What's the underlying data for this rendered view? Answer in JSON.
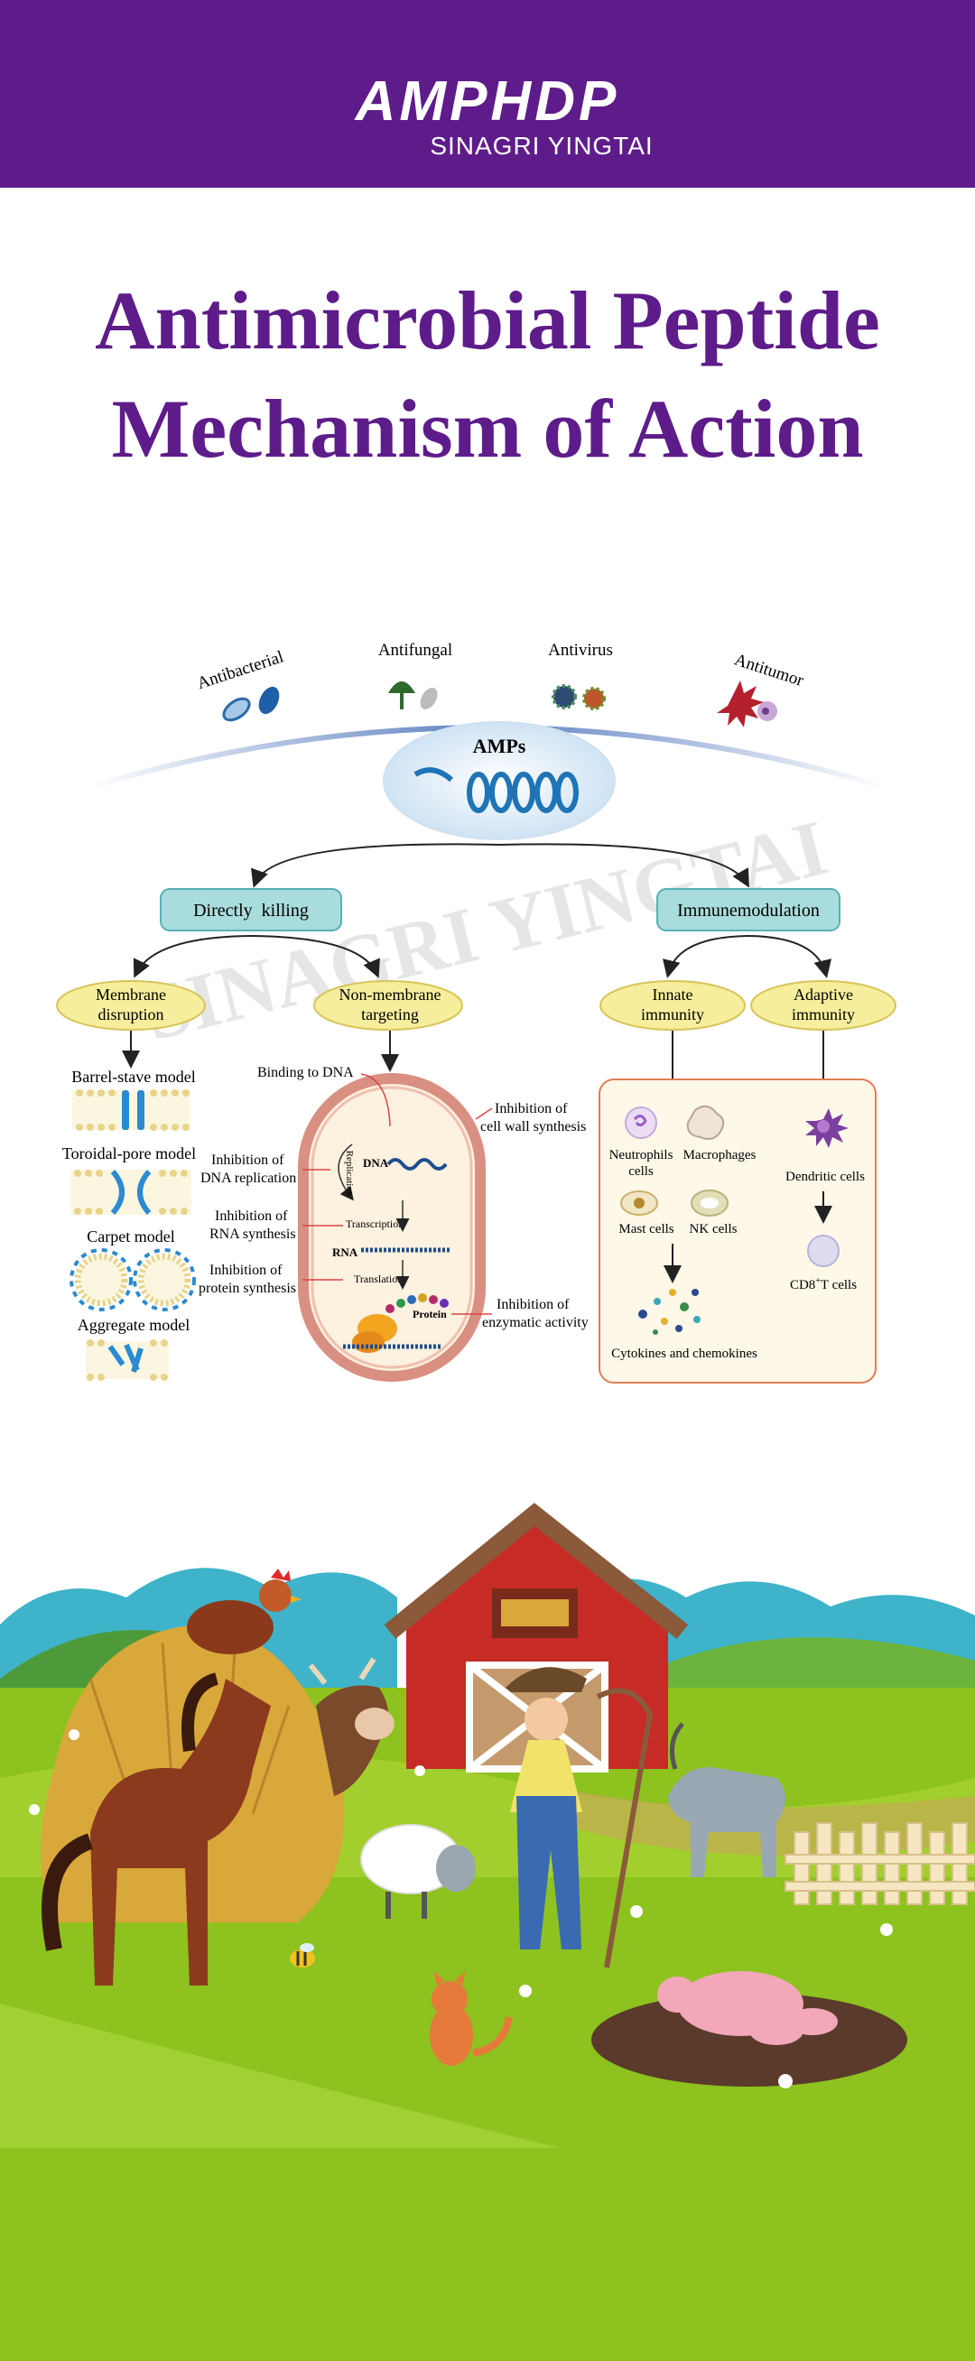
{
  "header": {
    "logo_main": "AMPHDP",
    "logo_sub": "SINAGRI YINGTAI"
  },
  "title": {
    "line1": "Antimicrobial Peptide",
    "line2": "Mechanism of Action"
  },
  "diagram": {
    "watermark": "SINAGRI YINGTAI",
    "targets": [
      "Antibacterial",
      "Antifungal",
      "Antivirus",
      "Antitumor"
    ],
    "center": "AMPs",
    "branches": {
      "left": "Directly  killing",
      "right": "Immunemodulation"
    },
    "left_sub": {
      "membrane": [
        "Membrane",
        "disruption"
      ],
      "nonmembrane": [
        "Non-membrane",
        "targeting"
      ]
    },
    "right_sub": {
      "innate": [
        "Innate",
        "immunity"
      ],
      "adaptive": [
        "Adaptive",
        "immunity"
      ]
    },
    "models": [
      "Barrel-stave model",
      "Toroidal-pore model",
      "Carpet model",
      "Aggregate model"
    ],
    "cell": {
      "binding": "Binding to DNA",
      "wall": [
        "Inhibition of",
        "cell wall synthesis"
      ],
      "dna_rep": [
        "Inhibition of",
        "DNA replication"
      ],
      "rna": [
        "Inhibition of",
        "RNA synthesis"
      ],
      "protein": [
        "Inhibition of",
        "protein synthesis"
      ],
      "enzyme": [
        "Inhibition of",
        "enzymatic activity"
      ],
      "replication": "Replication",
      "dna": "DNA",
      "transcription": "Transcription",
      "rna_label": "RNA",
      "translation": "Translation",
      "protein_label": "Protein"
    },
    "immune": {
      "neutrophils": [
        "Neutrophils",
        "cells"
      ],
      "macrophages": "Macrophages",
      "mast": "Mast cells",
      "nk": "NK cells",
      "cytokines": "Cytokines and chemokines",
      "dendritic": "Dendritic cells",
      "cd8": "CD8",
      "cd8_sup": "+",
      "cd8_suffix": "T cells"
    }
  },
  "colors": {
    "brand": "#5e1c8a",
    "box_teal": "#a9dcdc",
    "box_yellow": "#f6ee9c",
    "grass": "#8dc21f"
  }
}
